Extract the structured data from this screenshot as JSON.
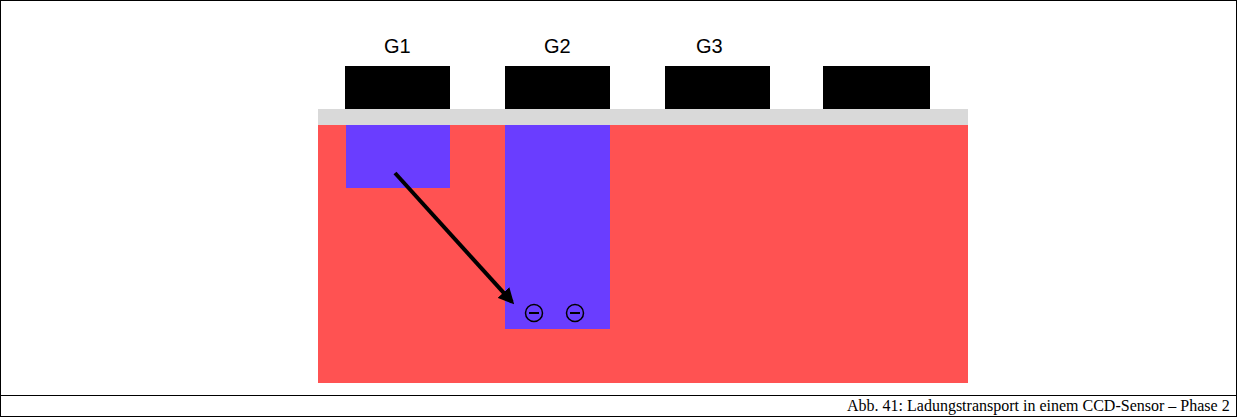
{
  "diagram": {
    "caption": "Abb. 41: Ladungstransport in einem CCD-Sensor – Phase 2",
    "labels": [
      "G1",
      "G2",
      "G3"
    ]
  }
}
